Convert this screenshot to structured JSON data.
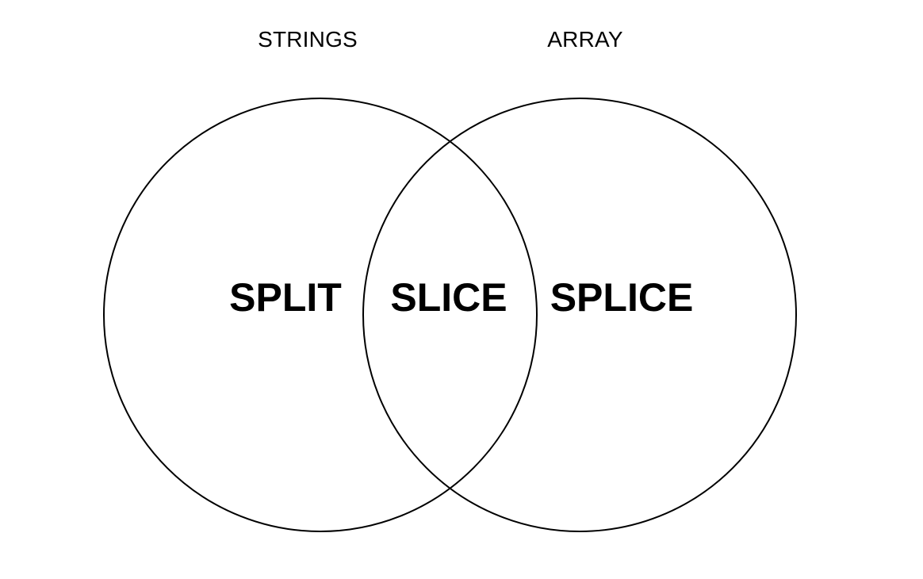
{
  "sets": {
    "left": {
      "title": "STRINGS"
    },
    "right": {
      "title": "ARRAY"
    }
  },
  "regions": {
    "left_only": "SPLIT",
    "intersection": "SLICE",
    "right_only": "SPLICE"
  },
  "colors": {
    "background": "#ffffff",
    "stroke": "#000000",
    "text": "#000000"
  }
}
